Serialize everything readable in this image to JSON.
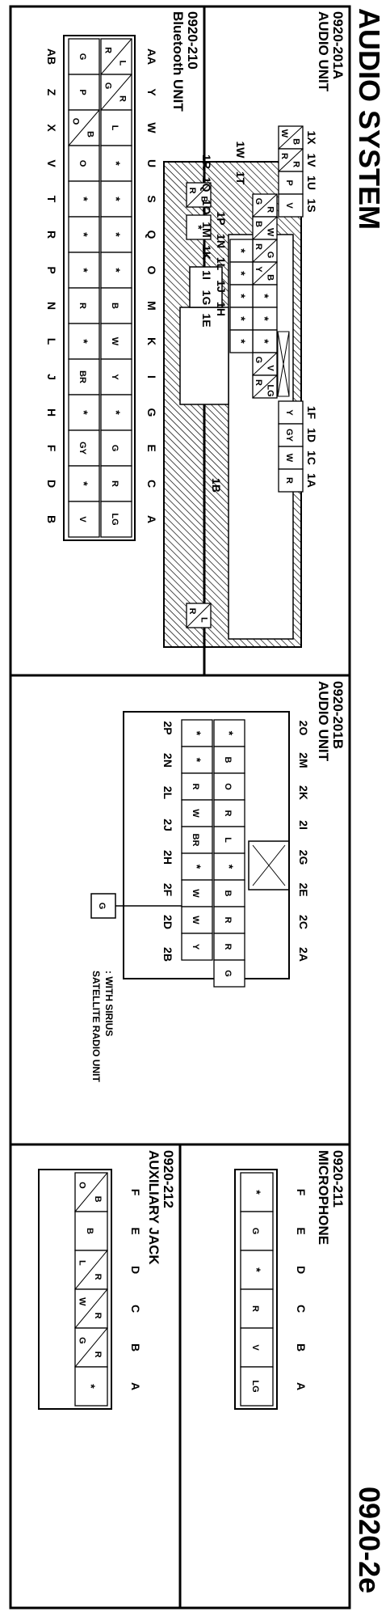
{
  "header": {
    "title": "AUDIO SYSTEM",
    "page": "0920-2e"
  },
  "panels": {
    "audio_a": {
      "code": "0920-201A",
      "name": "AUDIO UNIT",
      "top_pins": [
        "1X",
        "1V",
        "1U",
        "1S",
        "1F",
        "1D",
        "1C",
        "1A"
      ],
      "mid_pins": [
        "1P",
        "1N",
        "1L",
        "1J",
        "1H"
      ],
      "low_pins": [
        "1R",
        "1Q",
        "1O",
        "1M",
        "1K",
        "1I",
        "1G",
        "1E"
      ],
      "side_pins": [
        "1W",
        "1T",
        "1B"
      ],
      "cells_top": [
        [
          "B",
          "W"
        ],
        [
          "R",
          "R"
        ],
        [
          "P"
        ],
        [
          "V"
        ],
        [
          "Y"
        ],
        [
          "GY"
        ],
        [
          "W"
        ],
        [
          "R"
        ]
      ],
      "cells_mid": [
        [
          "R",
          "G"
        ],
        [
          "W",
          "B"
        ],
        [
          "G",
          "R"
        ],
        [
          "B",
          "Y"
        ],
        [
          "*"
        ],
        [
          "*"
        ],
        [
          "*"
        ],
        [
          "V",
          "G"
        ],
        [
          "LG",
          "R"
        ]
      ],
      "cells_low": [
        [
          "*"
        ],
        [
          "*"
        ],
        [
          "*"
        ],
        [
          "*"
        ],
        [
          "*"
        ]
      ],
      "hatched_cells": [
        [
          "B",
          "R"
        ],
        [
          "*"
        ],
        [
          "L",
          "R"
        ]
      ]
    },
    "audio_b": {
      "code": "0920-201B",
      "name": "AUDIO UNIT",
      "top_pins": [
        "2O",
        "2M",
        "2K",
        "2I",
        "2G",
        "2E",
        "2C",
        "2A"
      ],
      "bottom_pins": [
        "2P",
        "2N",
        "2L",
        "2J",
        "2H",
        "2F",
        "2D",
        "2B"
      ],
      "row1": [
        "*",
        "B",
        "O",
        "R",
        "L",
        "*",
        "B",
        "R",
        "R",
        "G"
      ],
      "row2": [
        "*",
        "*",
        "R",
        "W",
        "BR",
        "*",
        "W",
        "W",
        "Y"
      ],
      "callout_cell": "G",
      "note_line1": ": WITH SIRIUS",
      "note_line2": "SATELLITE RADIO UNIT"
    },
    "bluetooth": {
      "code": "0920-210",
      "name": "Bluetooth UNIT",
      "top_pins": [
        "AA",
        "Y",
        "W",
        "U",
        "S",
        "Q",
        "O",
        "M",
        "K",
        "I",
        "G",
        "E",
        "C",
        "A"
      ],
      "bottom_pins": [
        "AB",
        "Z",
        "X",
        "V",
        "T",
        "R",
        "P",
        "N",
        "L",
        "J",
        "H",
        "F",
        "D",
        "B"
      ],
      "row1": [
        "L",
        "R",
        "L",
        "*",
        "*",
        "*",
        "*",
        "B",
        "W",
        "Y",
        "*",
        "G",
        "R",
        "LG"
      ],
      "row2": [
        "G",
        "P",
        "B",
        "O",
        "*",
        "*",
        "*",
        "R",
        "*",
        "BR",
        "*",
        "GY",
        "*",
        "V"
      ]
    },
    "microphone": {
      "code": "0920-211",
      "name": "MICROPHONE",
      "pins": [
        "F",
        "E",
        "D",
        "C",
        "B",
        "A"
      ],
      "row1": [
        "*",
        "G",
        "*",
        "R",
        "V",
        "LG"
      ]
    },
    "aux_jack": {
      "code": "0920-212",
      "name": "AUXILIARY JACK",
      "pins": [
        "F",
        "E",
        "D",
        "C",
        "B",
        "A"
      ],
      "row1": [
        "B",
        "O",
        "B",
        "R",
        "L",
        "R",
        "W",
        "R",
        "G",
        "*"
      ]
    }
  }
}
